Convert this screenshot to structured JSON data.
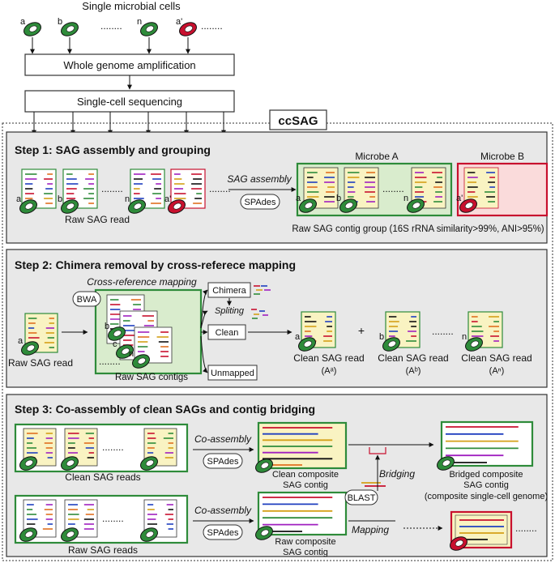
{
  "top": {
    "title": "Single microbial cells",
    "cell_labels": [
      "a",
      "b",
      "n",
      "a'"
    ],
    "dots": "........",
    "wga": "Whole genome amplification",
    "sequencing": "Single-cell sequencing",
    "ccsag": "ccSAG"
  },
  "step1": {
    "title": "Step 1: SAG assembly and grouping",
    "raw_read_label": "Raw SAG read",
    "arrow_label": "SAG assembly",
    "tool": "SPAdes",
    "microbe_a": "Microbe A",
    "microbe_b": "Microbe B",
    "group_caption": "Raw SAG contig group (16S rRNA similarity>99%, ANI>95%)",
    "cell_labels": [
      "a",
      "b",
      "n",
      "a'"
    ]
  },
  "step2": {
    "title": "Step 2: Chimera removal by cross-referece mapping",
    "crossref": "Cross-reference mapping",
    "tool": "BWA",
    "raw_read_label": "Raw SAG read",
    "raw_contigs": "Raw SAG contigs",
    "chimera": "Chimera",
    "spliting": "Spliting",
    "clean": "Clean",
    "unmapped": "Unmapped",
    "plus": "+",
    "clean_read_label": "Clean SAG read",
    "clean_subs": [
      "(Aᵃ)",
      "(Aᵇ)",
      "(Aⁿ)"
    ],
    "cell_labels": [
      "a",
      "b",
      "c",
      "n"
    ]
  },
  "step3": {
    "title": "Step 3: Co-assembly of clean SAGs and contig bridging",
    "coassembly": "Co-assembly",
    "tool": "SPAdes",
    "clean_reads": "Clean SAG reads",
    "raw_reads": "Raw SAG reads",
    "clean_composite": [
      "Clean composite",
      "SAG contig"
    ],
    "raw_composite": [
      "Raw composite",
      "SAG contig"
    ],
    "bridging": "Bridging",
    "blast": "BLAST",
    "mapping": "Mapping",
    "bridged": [
      "Bridged composite",
      "SAG contig",
      "(composite single-cell genome)"
    ]
  },
  "colors": {
    "cell_green": "#2e8b3a",
    "cell_red": "#c8102e",
    "panel_bg": "#e8e8e8",
    "contig_bg": "#f9f3c2",
    "green_box": "#d9eccd"
  }
}
